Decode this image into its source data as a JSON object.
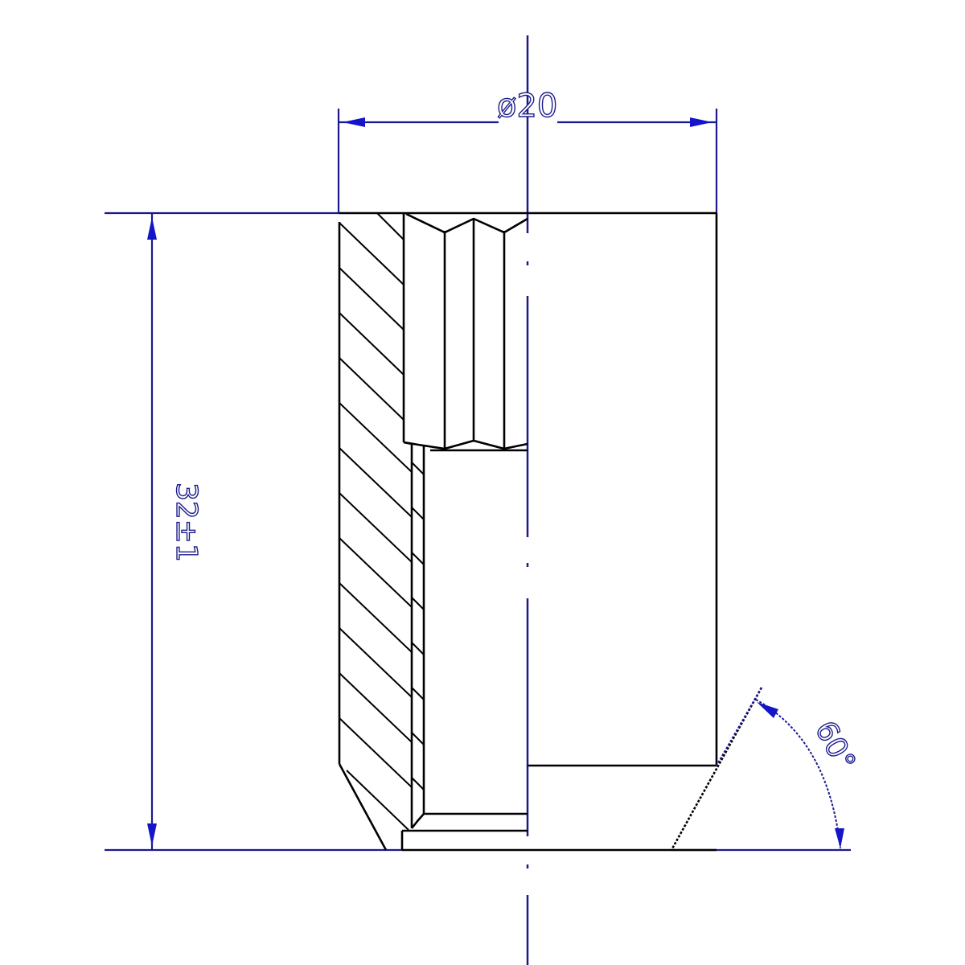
{
  "drawing": {
    "type": "technical-section-drawing",
    "subject": "internally threaded nut / socket, half-section view",
    "colors": {
      "outline": "#000000",
      "dimension": "#1a1a8c",
      "arrow": "#1414c8",
      "background": "#ffffff"
    },
    "dimensions": {
      "diameter": {
        "label": "ø20"
      },
      "height": {
        "label": "32±1"
      },
      "chamfer_angle": {
        "label": "60°"
      }
    }
  }
}
